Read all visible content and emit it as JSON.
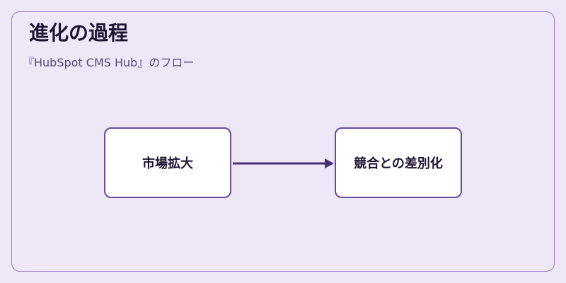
{
  "diagram": {
    "title": "進化の過程",
    "subtitle": "『HubSpot CMS Hub』のフロー",
    "nodes": [
      {
        "id": "a",
        "label": "市場拡大"
      },
      {
        "id": "b",
        "label": "競合との差別化"
      }
    ],
    "edges": [
      {
        "from": "a",
        "to": "b"
      }
    ],
    "colors": {
      "background": "#ede7f6",
      "border": "#9c7fcc",
      "node_border": "#6a4a9e",
      "arrow": "#4a2f7a",
      "title": "#1f1233",
      "subtitle": "#5a4b78"
    }
  }
}
